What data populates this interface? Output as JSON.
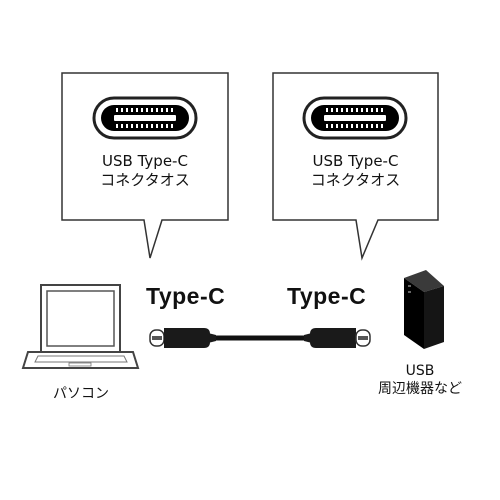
{
  "callouts": [
    {
      "line1": "USB Type-C",
      "line2": "コネクタオス",
      "icon": "usb-c-port-icon"
    },
    {
      "line1": "USB Type-C",
      "line2": "コネクタオス",
      "icon": "usb-c-port-icon"
    }
  ],
  "cable": {
    "left_label": "Type-C",
    "right_label": "Type-C",
    "icon": "usb-c-cable-icon"
  },
  "devices": {
    "left": {
      "caption": "パソコン",
      "icon": "laptop-icon"
    },
    "right": {
      "line1": "USB",
      "line2": "周辺機器など",
      "icon": "tower-device-icon"
    }
  },
  "colors": {
    "outline": "#333333",
    "connector_body": "#1a1a1a",
    "port_inner": "#000000",
    "port_tongue": "#ffffff"
  }
}
